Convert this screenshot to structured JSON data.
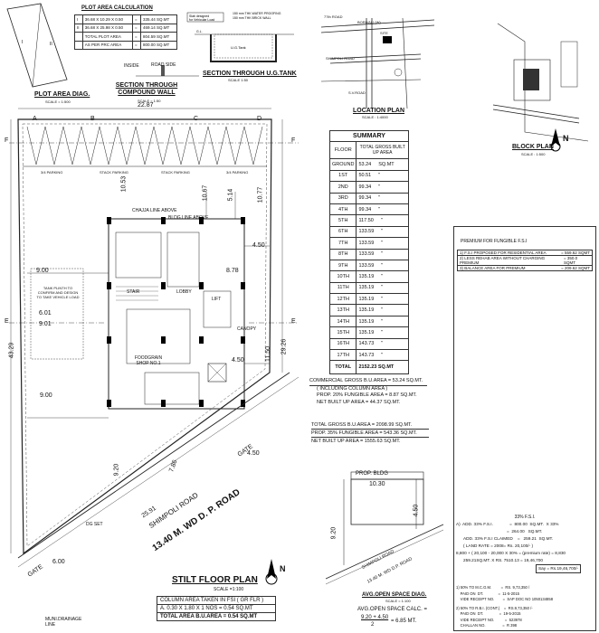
{
  "plot_area_calc": {
    "title": "PLOT AREA CALCULATION",
    "rows": [
      {
        "sn": "I",
        "formula": "36.68 X 10.29 X 0.50",
        "eq": "=",
        "val": "335.44 SQ.MT"
      },
      {
        "sn": "II",
        "formula": "36.68 X 25.98 X 0.50",
        "eq": "=",
        "val": "469.14 SQ.MT"
      },
      {
        "sn": "",
        "formula": "TOTAL PLOT AREA",
        "eq": "=",
        "val": "804.59 SQ.MT"
      },
      {
        "sn": "",
        "formula": "AS PER PRC AREA",
        "eq": "=",
        "val": "800.00 SQ.MT"
      }
    ]
  },
  "labels": {
    "plot_area_diag": "PLOT AREA DIAG.",
    "plot_area_scale": "SCALE = 1:500",
    "compound_title": "SECTION THROUGH COMPOUND WALL",
    "compound_scale": "SCALE = 1:50",
    "inside": "INSIDE",
    "road_side": "ROAD SIDE",
    "ug_title": "SECTION THROUGH U.G.TANK",
    "ug_scale": "SCALE 1:50",
    "location_title": "LOCATION PLAN",
    "location_scale": "SCALE : 1:4000",
    "block_title": "BLOCK PLAN",
    "block_scale": "SCALE : 1:500",
    "stilt_title": "STILT FLOOR PLAN",
    "stilt_scale": "SCALE =1:100",
    "north": "N",
    "road_name": "SHIMPOLI ROAD",
    "road_width": "13.40 M. WD  D. P. ROAD",
    "gate": "GATE",
    "gate_w": "4.50",
    "gate2_w": "6.00",
    "prop_bldg": "PROP. BLDG",
    "muni_drain": "MUNI.DRAINAGE LINE",
    "avg_open_title": "AVG.OPEN SPACE DIAG.",
    "avg_open_scale": "SCALE = 1:100",
    "open_calc_title": "AVG.OPEN SPACE CALC. =",
    "open_calc_num": "9.20 + 4.50",
    "open_calc_den": "2",
    "open_calc_res": "= 6.85 MT.",
    "road_small": "SHIMPOLI ROAD",
    "road_small2": "13.40 M. WD D.P. ROAD"
  },
  "dims": {
    "top": "22.87",
    "d10_53": "10.53",
    "d10_67": "10.67",
    "d5_14": "5.14",
    "d10_77": "10.77",
    "d9_00a": "9.00",
    "d6_01": "6.01",
    "d9_01": "9.01",
    "d43_29": "43.29",
    "d29_26": "29.26",
    "d4_50a": "4.50",
    "d8_78": "8.78",
    "d4_50b": "4.50",
    "d9_00b": "9.00",
    "d9_20": "9.20",
    "d25_91": "25.91",
    "d7_86": "7.86",
    "d11_50": "11.50",
    "d10_30": "10.30",
    "d9_20b": "9.20",
    "d4_50c": "4.50"
  },
  "plan_labels": {
    "chajja": "CHAJJA LINE ABOVE",
    "bldg_above": "BLDG LINE ABOVE",
    "lobby": "LOBBY",
    "lift": "LIFT",
    "canopy": "CANOPY",
    "shop": "FOODGRAIN SHOP NO.1",
    "stair": "STAIR",
    "tank_note": "TANK PLINTH TO CONFIRM AND DESIGN TO TAKE VEHICLE LOAD",
    "parking": "STACK PARKING",
    "parking2": "3/4 PARKING",
    "dg": "DG SET",
    "sec_a": "A",
    "sec_b": "B",
    "sec_c": "C",
    "sec_d": "D",
    "sec_f": "F",
    "sec_e": "E"
  },
  "summary": {
    "title": "SUMMARY",
    "col_floor": "FLOOR",
    "col_area": "TOTAL GROSS BUILT UP AREA",
    "rows": [
      {
        "floor": "GROUND",
        "area": "53.24",
        "unit": "SQ.MT"
      },
      {
        "floor": "1ST",
        "area": "50.51",
        "unit": "\""
      },
      {
        "floor": "2ND",
        "area": "99.34",
        "unit": "\""
      },
      {
        "floor": "3RD",
        "area": "99.34",
        "unit": "\""
      },
      {
        "floor": "4TH",
        "area": "99.34",
        "unit": "\""
      },
      {
        "floor": "5TH",
        "area": "117.50",
        "unit": "\""
      },
      {
        "floor": "6TH",
        "area": "133.59",
        "unit": "\""
      },
      {
        "floor": "7TH",
        "area": "133.59",
        "unit": "\""
      },
      {
        "floor": "8TH",
        "area": "133.59",
        "unit": "\""
      },
      {
        "floor": "9TH",
        "area": "133.59",
        "unit": "\""
      },
      {
        "floor": "10TH",
        "area": "135.19",
        "unit": "\""
      },
      {
        "floor": "11TH",
        "area": "135.19",
        "unit": "\""
      },
      {
        "floor": "12TH",
        "area": "135.19",
        "unit": "\""
      },
      {
        "floor": "13TH",
        "area": "135.19",
        "unit": "\""
      },
      {
        "floor": "14TH",
        "area": "135.19",
        "unit": "\""
      },
      {
        "floor": "15TH",
        "area": "135.19",
        "unit": "\""
      },
      {
        "floor": "16TH",
        "area": "143.73",
        "unit": "\""
      },
      {
        "floor": "17TH",
        "area": "143.73",
        "unit": "\""
      }
    ],
    "total_label": "TOTAL",
    "total_area": "2152.23",
    "total_unit": "SQ.MT"
  },
  "commercial": {
    "l1": "COMMERCIAL GROSS B.U.AREA = 53.24 SQ.MT.",
    "l2": "( INCLUDING COLUMN AREA )",
    "l3": "PROP. 20% FUNGIBLE AREA   =   8.87 SQ.MT.",
    "l4": "NET BUILT UP AREA             = 44.37 SQ.MT."
  },
  "gross": {
    "l1": "TOTAL GROSS B.U.AREA   =  2098.99 SQ.MT.",
    "l2": "PROP. 35% FUNGIBLE AREA  =    543.36 SQ.MT.",
    "l3": "NET BUILT UP AREA            =  1555.63 SQ.MT."
  },
  "premium": {
    "title": "PREMIUM FOR FUNGIBLE  F.S.I",
    "rows": [
      {
        "t": "1) F.S.I PROPOSED FOR RESIDENTIAL AREA",
        "v": "= 559.62 SQMT"
      },
      {
        "t": "2) LESS REHAB AREA WITHOUT CHARGING PREMIUM",
        "v": "= 350.0 SQMT"
      },
      {
        "t": "3) BALANCE AREA  FOR PREMIUM",
        "v": "= 209.62 SQMT"
      }
    ]
  },
  "fsi": {
    "title": "33% F.S.I.",
    "lines": [
      "A)  ADD. 33% F.S.I.              =  800.00  SQ.MT.  X 33%",
      "                                           =  264.00   SQ.MT.",
      "ADD. 33% F.S.I CLAIMED    =   259.21  SQ.MT.",
      "( LAND RATE = 2008= Rs. 20,100/- )",
      "8,800 + ( 20,100 - 20,000 X 30% = (premium rate) = 8,830",
      "259.21SQ.MT. X RS. 7510.13 = 19,46,700"
    ],
    "say": "Say = Rs.19,46,700/-"
  },
  "payments": {
    "left": [
      "1) 50% TO M.C.G.M.         =  RS. 9,73,350 /",
      "    PAID ON  DT.              =  11-5-2015",
      "    VIDE RECEIPT NO.        =  SAP DOC NO 1050134858"
    ],
    "right": [
      "2) 50% TO R.B.I. (CONT.)    =  RS.9,73,350 /-",
      "    PAID ON  DT.               =  19-5-2015",
      "    VIDE RECEIPT NO.          =  523978",
      "    CHALLAN NO.                =  R 398"
    ]
  },
  "column_area": {
    "title": "COLUMN AREA TAKEN IN FSI ( GR FLR )",
    "row1": "A.  0.30 X 1.80 X 1 NOS    = 0.54 SQ.MT",
    "total": "TOTAL AREA B.U.AREA    = 0.54 SQ.MT"
  },
  "location_labels": [
    "77th ROAD",
    "BORIVALI (W)",
    "SHIMPOLI ROAD",
    "S.V.ROAD",
    "SITE",
    "INDIRA",
    "PARK",
    "DATTANI",
    "ROAD"
  ]
}
